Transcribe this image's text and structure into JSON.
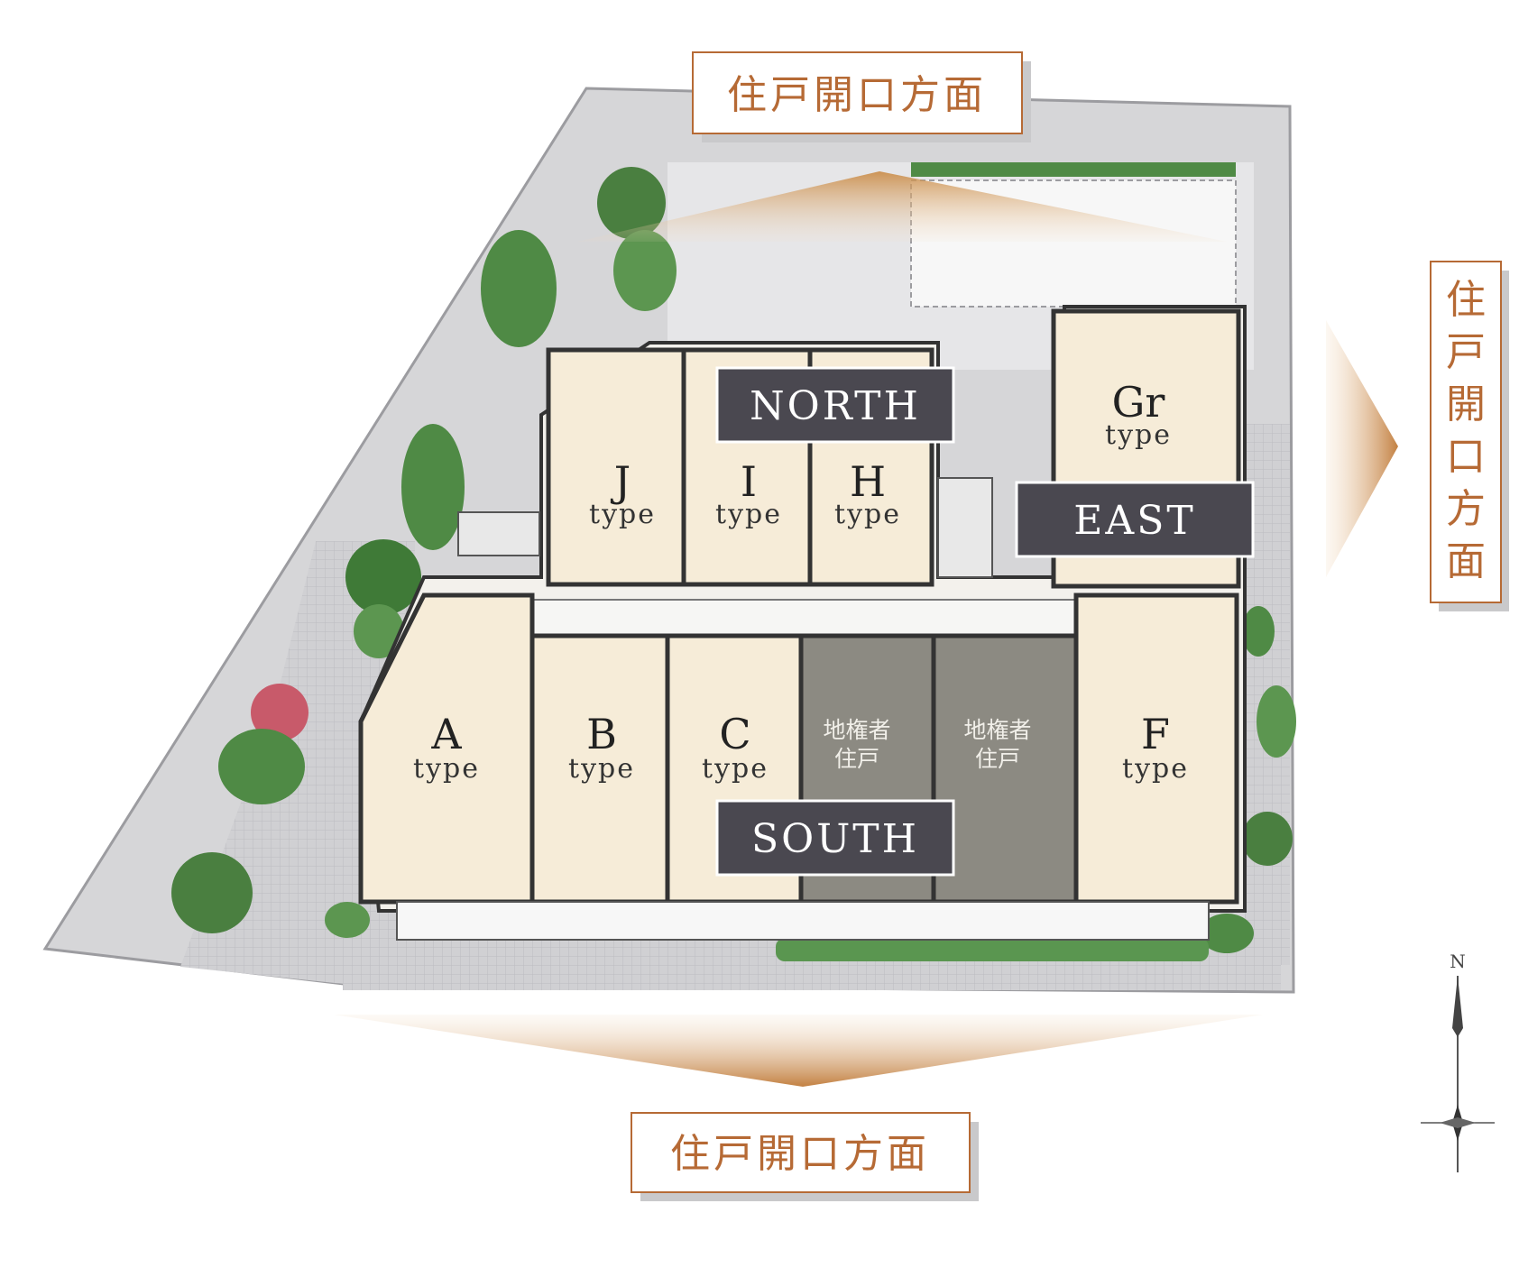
{
  "opening_label": "住戸開口方面",
  "opening_label_chars": [
    "住",
    "戸",
    "開",
    "口",
    "方",
    "面"
  ],
  "directions": {
    "north": "NORTH",
    "east": "EAST",
    "south": "SOUTH"
  },
  "units": {
    "J": {
      "letter": "J",
      "type": "type"
    },
    "I": {
      "letter": "I",
      "type": "type"
    },
    "H": {
      "letter": "H",
      "type": "type"
    },
    "Gr": {
      "letter": "Gr",
      "type": "type"
    },
    "A": {
      "letter": "A",
      "type": "type"
    },
    "B": {
      "letter": "B",
      "type": "type"
    },
    "C": {
      "letter": "C",
      "type": "type"
    },
    "F": {
      "letter": "F",
      "type": "type"
    },
    "landowner1": {
      "line1": "地権者",
      "line2": "住戸"
    },
    "landowner2": {
      "line1": "地権者",
      "line2": "住戸"
    }
  },
  "compass": {
    "north_label": "N"
  },
  "colors": {
    "unit_fill": "#f6ecd8",
    "landowner_fill": "#8c8a82",
    "label_box": "#4a4850",
    "opening_accent": "#b66a35",
    "site_gray": "#d3d3d5",
    "greenery": "#4f8a45"
  }
}
